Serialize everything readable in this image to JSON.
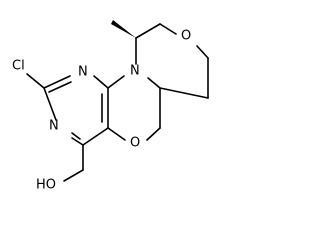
{
  "structure": {
    "atoms": {
      "chlorine": "Cl",
      "pyrimidine_n_top": "N",
      "pyrimidine_n_bottom": "N",
      "ring_n": "N",
      "morpholine_o": "O",
      "oxazine_o": "O",
      "hydroxyl": "HO"
    }
  }
}
